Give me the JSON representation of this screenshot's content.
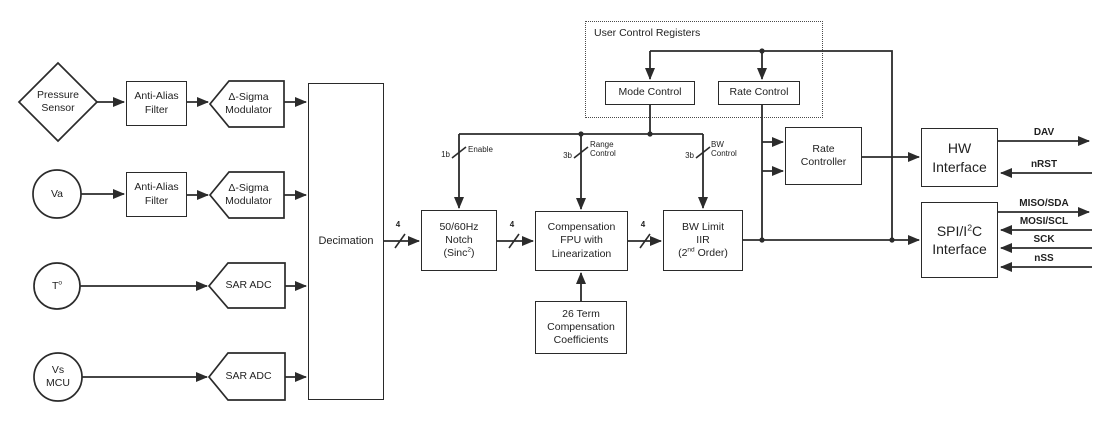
{
  "diagram": {
    "inputs": {
      "pressure_sensor": {
        "line1": "Pressure",
        "line2": "Sensor"
      },
      "va": "Va",
      "temperature": {
        "pre": "T",
        "sup": "o"
      },
      "vs_mcu": {
        "line1": "Vs",
        "line2": "MCU"
      }
    },
    "front_end": {
      "anti_alias_1": {
        "line1": "Anti-Alias",
        "line2": "Filter"
      },
      "anti_alias_2": {
        "line1": "Anti-Alias",
        "line2": "Filter"
      },
      "delta_sigma_1": {
        "line1": "Δ-Sigma",
        "line2": "Modulator"
      },
      "delta_sigma_2": {
        "line1": "Δ-Sigma",
        "line2": "Modulator"
      },
      "sar_adc_1": "SAR ADC",
      "sar_adc_2": "SAR ADC",
      "decimation": "Decimation"
    },
    "dsp": {
      "notch": {
        "line1": "50/60Hz",
        "line2": "Notch",
        "line3_pre": "(Sinc",
        "line3_sup": "2",
        "line3_post": ")"
      },
      "compensation": {
        "line1": "Compensation",
        "line2": "FPU with",
        "line3": "Linearization"
      },
      "bw_limit": {
        "line1": "BW Limit",
        "line2": "IIR",
        "line3_pre": "(2",
        "line3_sup": "nd",
        "line3_post": " Order)"
      },
      "coefficients": {
        "line1": "26 Term",
        "line2": "Compensation",
        "line3": "Coefficients"
      }
    },
    "control": {
      "user_control_registers": "User Control Registers",
      "mode_control": "Mode Control",
      "rate_control": "Rate Control",
      "rate_controller": {
        "line1": "Rate",
        "line2": "Controller"
      }
    },
    "interfaces": {
      "hw": {
        "line1": "HW",
        "line2": "Interface"
      },
      "spi": {
        "line1_pre": "SPI/I",
        "line1_sup": "2",
        "line1_post": "C",
        "line2": "Interface"
      }
    },
    "signals": {
      "dav": "DAV",
      "nrst": "nRST",
      "miso": "MISO/SDA",
      "mosi": "MOSI/SCL",
      "sck": "SCK",
      "nss": "nSS"
    },
    "bus_labels": {
      "w4_decimation": "4",
      "w4_notch": "4",
      "w4_comp": "4",
      "enable_width": "1b",
      "enable": "Enable",
      "range_width": "3b",
      "range_line1": "Range",
      "range_line2": "Control",
      "bw_width": "3b",
      "bw_line1": "BW",
      "bw_line2": "Control"
    },
    "colors": {
      "line": "#2b2b2b",
      "background": "#ffffff"
    }
  }
}
